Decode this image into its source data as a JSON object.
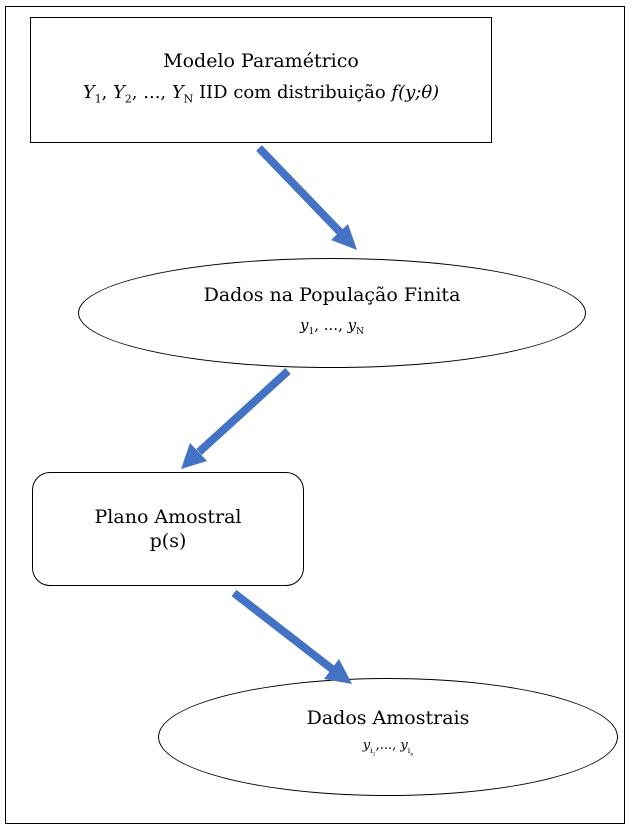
{
  "nodes": {
    "model": {
      "title": "Modelo Paramétrico",
      "vars": [
        "Y",
        "Y",
        "Y"
      ],
      "subs": [
        "1",
        "2",
        "N"
      ],
      "sep": ", ",
      "dots": "...",
      "text": " IID com distribuição ",
      "f": "f",
      "args": "(y;θ)"
    },
    "population": {
      "title": "Dados na População Finita",
      "y": "y",
      "sub1": "1",
      "mid": ", ..., ",
      "subN": "N"
    },
    "design": {
      "title": "Plano Amostral",
      "formula": "p(s)"
    },
    "sample": {
      "title": "Dados Amostrais",
      "y": "y",
      "i": "i",
      "s1": "1",
      "sn": "n",
      "mid": ",..., "
    }
  },
  "colors": {
    "arrow": "#4472C4",
    "border": "#000000"
  }
}
